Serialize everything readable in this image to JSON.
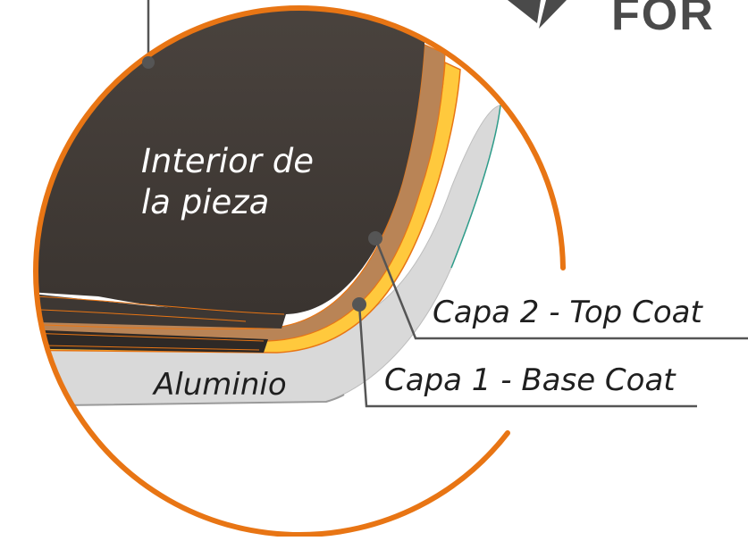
{
  "brand": {
    "text": "FOR",
    "icon": "logo-chevron-icon"
  },
  "labels": {
    "interior_line1": "Interior de",
    "interior_line2": "la pieza",
    "aluminio": "Aluminio",
    "top_coat": "Capa 2 - Top Coat",
    "base_coat": "Capa 1 - Base Coat"
  },
  "colors": {
    "ring": "#E87514",
    "interior": "#46403c",
    "top_coat": "#B98456",
    "base_coat": "#FFC93D",
    "aluminum": "#D9D9D9",
    "leader": "#555555"
  }
}
